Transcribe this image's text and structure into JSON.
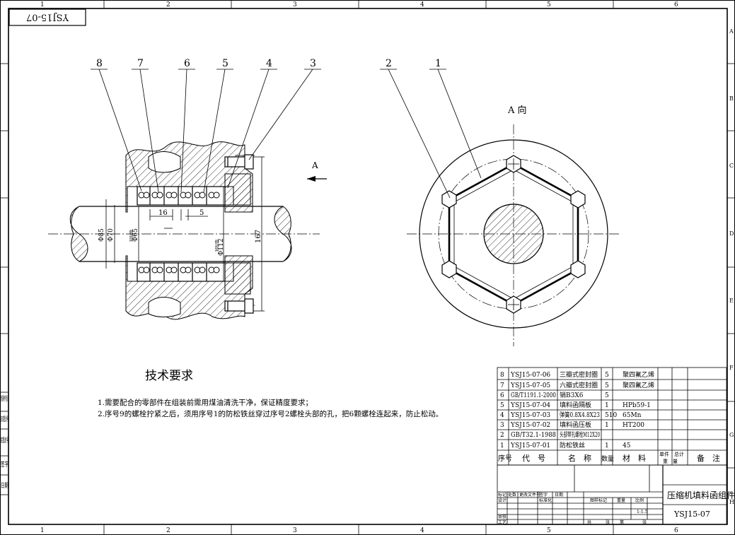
{
  "drawing_number": "YSJ15-07",
  "zone_columns": [
    "1",
    "2",
    "3",
    "4",
    "5",
    "6"
  ],
  "zone_rows": [
    "A",
    "B",
    "C",
    "D",
    "E",
    "F",
    "G",
    "H"
  ],
  "balloons_left": [
    "8",
    "7",
    "6",
    "5",
    "4",
    "3"
  ],
  "balloons_right": [
    "2",
    "1"
  ],
  "view_arrow_label": "A",
  "view_title": "A 向",
  "dimensions": {
    "d85": "Φ85",
    "d70": "Φ70",
    "d65": "Φ65",
    "fit65": "H8/f8",
    "d112": "Φ112",
    "fit112": "H8/f8",
    "d167": "167",
    "len16": "16",
    "len5": "5"
  },
  "notes": {
    "title": "技术要求",
    "lines": [
      "1.需要配合的零部件在组装前需用煤油清洗干净，保证精度要求；",
      "2.序号9的螺栓拧紧之后，须用序号1的防松铁丝穿过序号2螺栓头部的孔，把6颗螺栓连起来，防止松动。"
    ]
  },
  "left_margin_labels": [
    "借通用件登记",
    "旧底图总号",
    "底图总号",
    "签字",
    "日期"
  ],
  "bom": {
    "rows": [
      {
        "no": "8",
        "code": "YSJ15-07-06",
        "name": "三瓣式密封圈",
        "qty": "5",
        "material": "聚四氟乙烯"
      },
      {
        "no": "7",
        "code": "YSJ15-07-05",
        "name": "六瓣式密封圈",
        "qty": "5",
        "material": "聚四氟乙烯"
      },
      {
        "no": "6",
        "code": "GB/T1191.1-2000",
        "name": "销B3X6",
        "qty": "5",
        "material": ""
      },
      {
        "no": "5",
        "code": "YSJ15-07-04",
        "name": "填料函隔板",
        "qty": "1",
        "material": "HPb59-1"
      },
      {
        "no": "4",
        "code": "YSJ15-07-03",
        "name": "弹簧0.8X4.8X23",
        "qty": "510",
        "material": "65Mn"
      },
      {
        "no": "3",
        "code": "YSJ15-07-02",
        "name": "填料函压板",
        "qty": "1",
        "material": "HT200"
      },
      {
        "no": "2",
        "code": "GB/T32.1-1988",
        "name": "头部带孔螺栓M12X20",
        "qty": "",
        "material": ""
      },
      {
        "no": "1",
        "code": "YSJ15-07-01",
        "name": "防松铁丝",
        "qty": "1",
        "material": "45"
      }
    ],
    "header": {
      "no": "序号",
      "code": "代　号",
      "name": "名　称",
      "qty": "数量",
      "material": "材　料",
      "unit_weight": "单件",
      "total_weight": "总计",
      "weight": "重　量",
      "remark": "备　注"
    }
  },
  "title_block": {
    "part_title": "压缩机填料函组件",
    "part_number": "YSJ15-07",
    "scale": "1:1.5",
    "labels": {
      "mark": "标记",
      "count": "处数",
      "change_doc": "更改文件号",
      "sign": "签字",
      "date": "日期",
      "design": "设计",
      "standardize": "标准化",
      "review": "审核",
      "process": "工艺",
      "stage_mark": "图样标记",
      "weight": "重量",
      "scale": "比例",
      "total": "共",
      "sheet": "张",
      "page": "第",
      "page_unit": "张"
    }
  }
}
